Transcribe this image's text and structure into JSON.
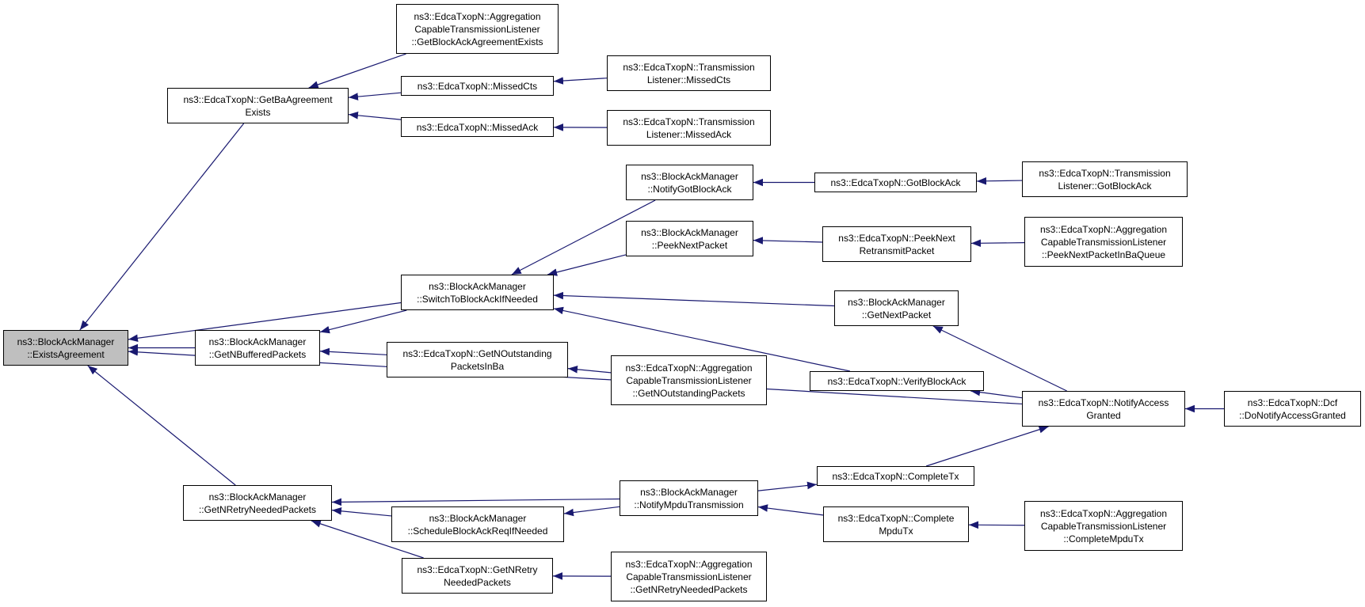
{
  "colors": {
    "edge": "#191970",
    "root_fill": "#bfbfbf",
    "node_fill": "#ffffff",
    "border": "#000000"
  },
  "nodes": {
    "root": {
      "lines": [
        "ns3::BlockAckManager",
        "::ExistsAgreement"
      ],
      "root": true
    },
    "getba": {
      "lines": [
        "ns3::EdcaTxopN::GetBaAgreement",
        "Exists"
      ]
    },
    "agg_getba": {
      "lines": [
        "ns3::EdcaTxopN::Aggregation",
        "CapableTransmissionListener",
        "::GetBlockAckAgreementExists"
      ]
    },
    "missedcts": {
      "lines": [
        "ns3::EdcaTxopN::MissedCts"
      ]
    },
    "tl_missedcts": {
      "lines": [
        "ns3::EdcaTxopN::Transmission",
        "Listener::MissedCts"
      ]
    },
    "missedack": {
      "lines": [
        "ns3::EdcaTxopN::MissedAck"
      ]
    },
    "tl_missedack": {
      "lines": [
        "ns3::EdcaTxopN::Transmission",
        "Listener::MissedAck"
      ]
    },
    "notifygot": {
      "lines": [
        "ns3::BlockAckManager",
        "::NotifyGotBlockAck"
      ]
    },
    "gotblockack": {
      "lines": [
        "ns3::EdcaTxopN::GotBlockAck"
      ]
    },
    "tl_gotblockack": {
      "lines": [
        "ns3::EdcaTxopN::Transmission",
        "Listener::GotBlockAck"
      ]
    },
    "peeknext": {
      "lines": [
        "ns3::BlockAckManager",
        "::PeekNextPacket"
      ]
    },
    "peeknextretx": {
      "lines": [
        "ns3::EdcaTxopN::PeekNext",
        "RetransmitPacket"
      ]
    },
    "agg_peek": {
      "lines": [
        "ns3::EdcaTxopN::Aggregation",
        "CapableTransmissionListener",
        "::PeekNextPacketInBaQueue"
      ]
    },
    "switchto": {
      "lines": [
        "ns3::BlockAckManager",
        "::SwitchToBlockAckIfNeeded"
      ]
    },
    "getnextpacket": {
      "lines": [
        "ns3::BlockAckManager",
        "::GetNextPacket"
      ]
    },
    "getnbuffered": {
      "lines": [
        "ns3::BlockAckManager",
        "::GetNBufferedPackets"
      ]
    },
    "getnoutstanding": {
      "lines": [
        "ns3::EdcaTxopN::GetNOutstanding",
        "PacketsInBa"
      ]
    },
    "agg_getnout": {
      "lines": [
        "ns3::EdcaTxopN::Aggregation",
        "CapableTransmissionListener",
        "::GetNOutstandingPackets"
      ]
    },
    "verify": {
      "lines": [
        "ns3::EdcaTxopN::VerifyBlockAck"
      ]
    },
    "notifyaccess": {
      "lines": [
        "ns3::EdcaTxopN::NotifyAccess",
        "Granted"
      ]
    },
    "dcf": {
      "lines": [
        "ns3::EdcaTxopN::Dcf",
        "::DoNotifyAccessGranted"
      ]
    },
    "getnretry": {
      "lines": [
        "ns3::BlockAckManager",
        "::GetNRetryNeededPackets"
      ]
    },
    "completetx": {
      "lines": [
        "ns3::EdcaTxopN::CompleteTx"
      ]
    },
    "notifympdu": {
      "lines": [
        "ns3::BlockAckManager",
        "::NotifyMpduTransmission"
      ]
    },
    "completempdu": {
      "lines": [
        "ns3::EdcaTxopN::Complete",
        "MpduTx"
      ]
    },
    "agg_complete": {
      "lines": [
        "ns3::EdcaTxopN::Aggregation",
        "CapableTransmissionListener",
        "::CompleteMpduTx"
      ]
    },
    "schedbar": {
      "lines": [
        "ns3::BlockAckManager",
        "::ScheduleBlockAckReqIfNeeded"
      ]
    },
    "getnretryedca": {
      "lines": [
        "ns3::EdcaTxopN::GetNRetry",
        "NeededPackets"
      ]
    },
    "agg_getnretry": {
      "lines": [
        "ns3::EdcaTxopN::Aggregation",
        "CapableTransmissionListener",
        "::GetNRetryNeededPackets"
      ]
    }
  },
  "edges": [
    {
      "from": "getba",
      "to": "root"
    },
    {
      "from": "switchto",
      "to": "root"
    },
    {
      "from": "getnbuffered",
      "to": "root"
    },
    {
      "from": "notifyaccess",
      "to": "root"
    },
    {
      "from": "getnretry",
      "to": "root"
    },
    {
      "from": "agg_getba",
      "to": "getba"
    },
    {
      "from": "missedcts",
      "to": "getba"
    },
    {
      "from": "missedack",
      "to": "getba"
    },
    {
      "from": "tl_missedcts",
      "to": "missedcts"
    },
    {
      "from": "tl_missedack",
      "to": "missedack"
    },
    {
      "from": "notifygot",
      "to": "switchto"
    },
    {
      "from": "peeknext",
      "to": "switchto"
    },
    {
      "from": "getnextpacket",
      "to": "switchto"
    },
    {
      "from": "verify",
      "to": "switchto"
    },
    {
      "from": "gotblockack",
      "to": "notifygot"
    },
    {
      "from": "tl_gotblockack",
      "to": "gotblockack"
    },
    {
      "from": "peeknextretx",
      "to": "peeknext"
    },
    {
      "from": "agg_peek",
      "to": "peeknextretx"
    },
    {
      "from": "switchto",
      "to": "getnbuffered"
    },
    {
      "from": "getnoutstanding",
      "to": "getnbuffered"
    },
    {
      "from": "agg_getnout",
      "to": "getnoutstanding"
    },
    {
      "from": "notifyaccess",
      "to": "getnextpacket"
    },
    {
      "from": "notifyaccess",
      "to": "verify"
    },
    {
      "from": "dcf",
      "to": "notifyaccess"
    },
    {
      "from": "completetx",
      "to": "notifyaccess"
    },
    {
      "from": "notifympdu",
      "to": "completetx"
    },
    {
      "from": "notifympdu",
      "to": "getnretry"
    },
    {
      "from": "schedbar",
      "to": "getnretry"
    },
    {
      "from": "getnretryedca",
      "to": "getnretry"
    },
    {
      "from": "notifympdu",
      "to": "schedbar"
    },
    {
      "from": "completempdu",
      "to": "notifympdu"
    },
    {
      "from": "agg_complete",
      "to": "completempdu"
    },
    {
      "from": "agg_getnretry",
      "to": "getnretryedca"
    }
  ]
}
